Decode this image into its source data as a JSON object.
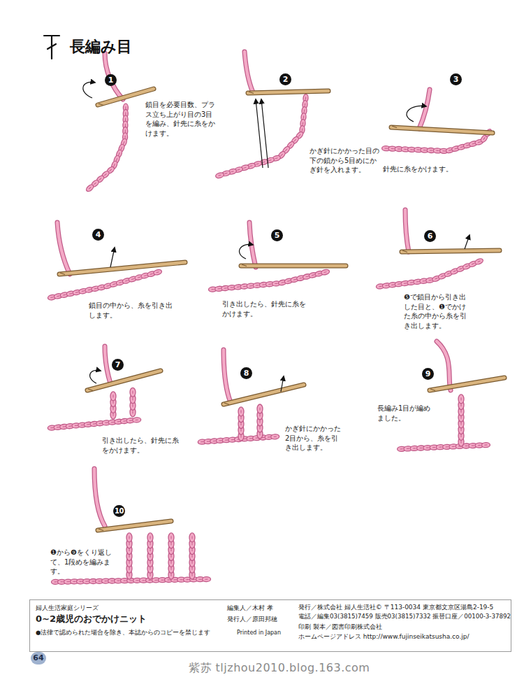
{
  "diagram": {
    "title": "長編み目",
    "nodes": [
      {
        "text": [
          "婦人生活家庭シリーズ",
          "0~2歳児のおでかけニット",
          "●法律で認められた場合を除き、本誌からのコピーを禁じます",
          "編集人／木村 孝",
          "発行人／原田邦穂",
          "Printed in Japan",
          "発行／株式会社 婦人生活社© 〒113-0034 東京都文京区湯島2-19-5",
          "電話／編集03(3815)7459 販売03(3815)7332 振替口座／00100-3-37892",
          "印刷 製本／図書印刷株式会社",
          "ホームページアドレス http://www.fujinseikatsusha.co.jp/"
        ]
      }
    ],
    "edges": [],
    "labels": [
      "1",
      "鎖目を必要目数、プラス立ち上がり目の3目を編み、針先に糸をかけます。",
      "2",
      "かぎ針にかかった目の下の鎖から5目めにかぎ針を入れます。",
      "3",
      "針先に糸をかけます。",
      "4",
      "鎖目の中から、糸を引き出します。",
      "5",
      "引き出したら、針先に糸をかけます。",
      "6",
      "❺で鎖目から引き出した目と、❶でかけた糸の中から糸を引き出します。",
      "7",
      "引き出したら、針先に糸をかけます。",
      "8",
      "かぎ針にかかった2目から、糸を引き出します。",
      "9",
      "長編み1目が編めました。",
      "10",
      "❶から❾をくり返して、1段めを編みます。",
      "64",
      "紫苏 tljzhou2010.blog.163.com"
    ]
  }
}
